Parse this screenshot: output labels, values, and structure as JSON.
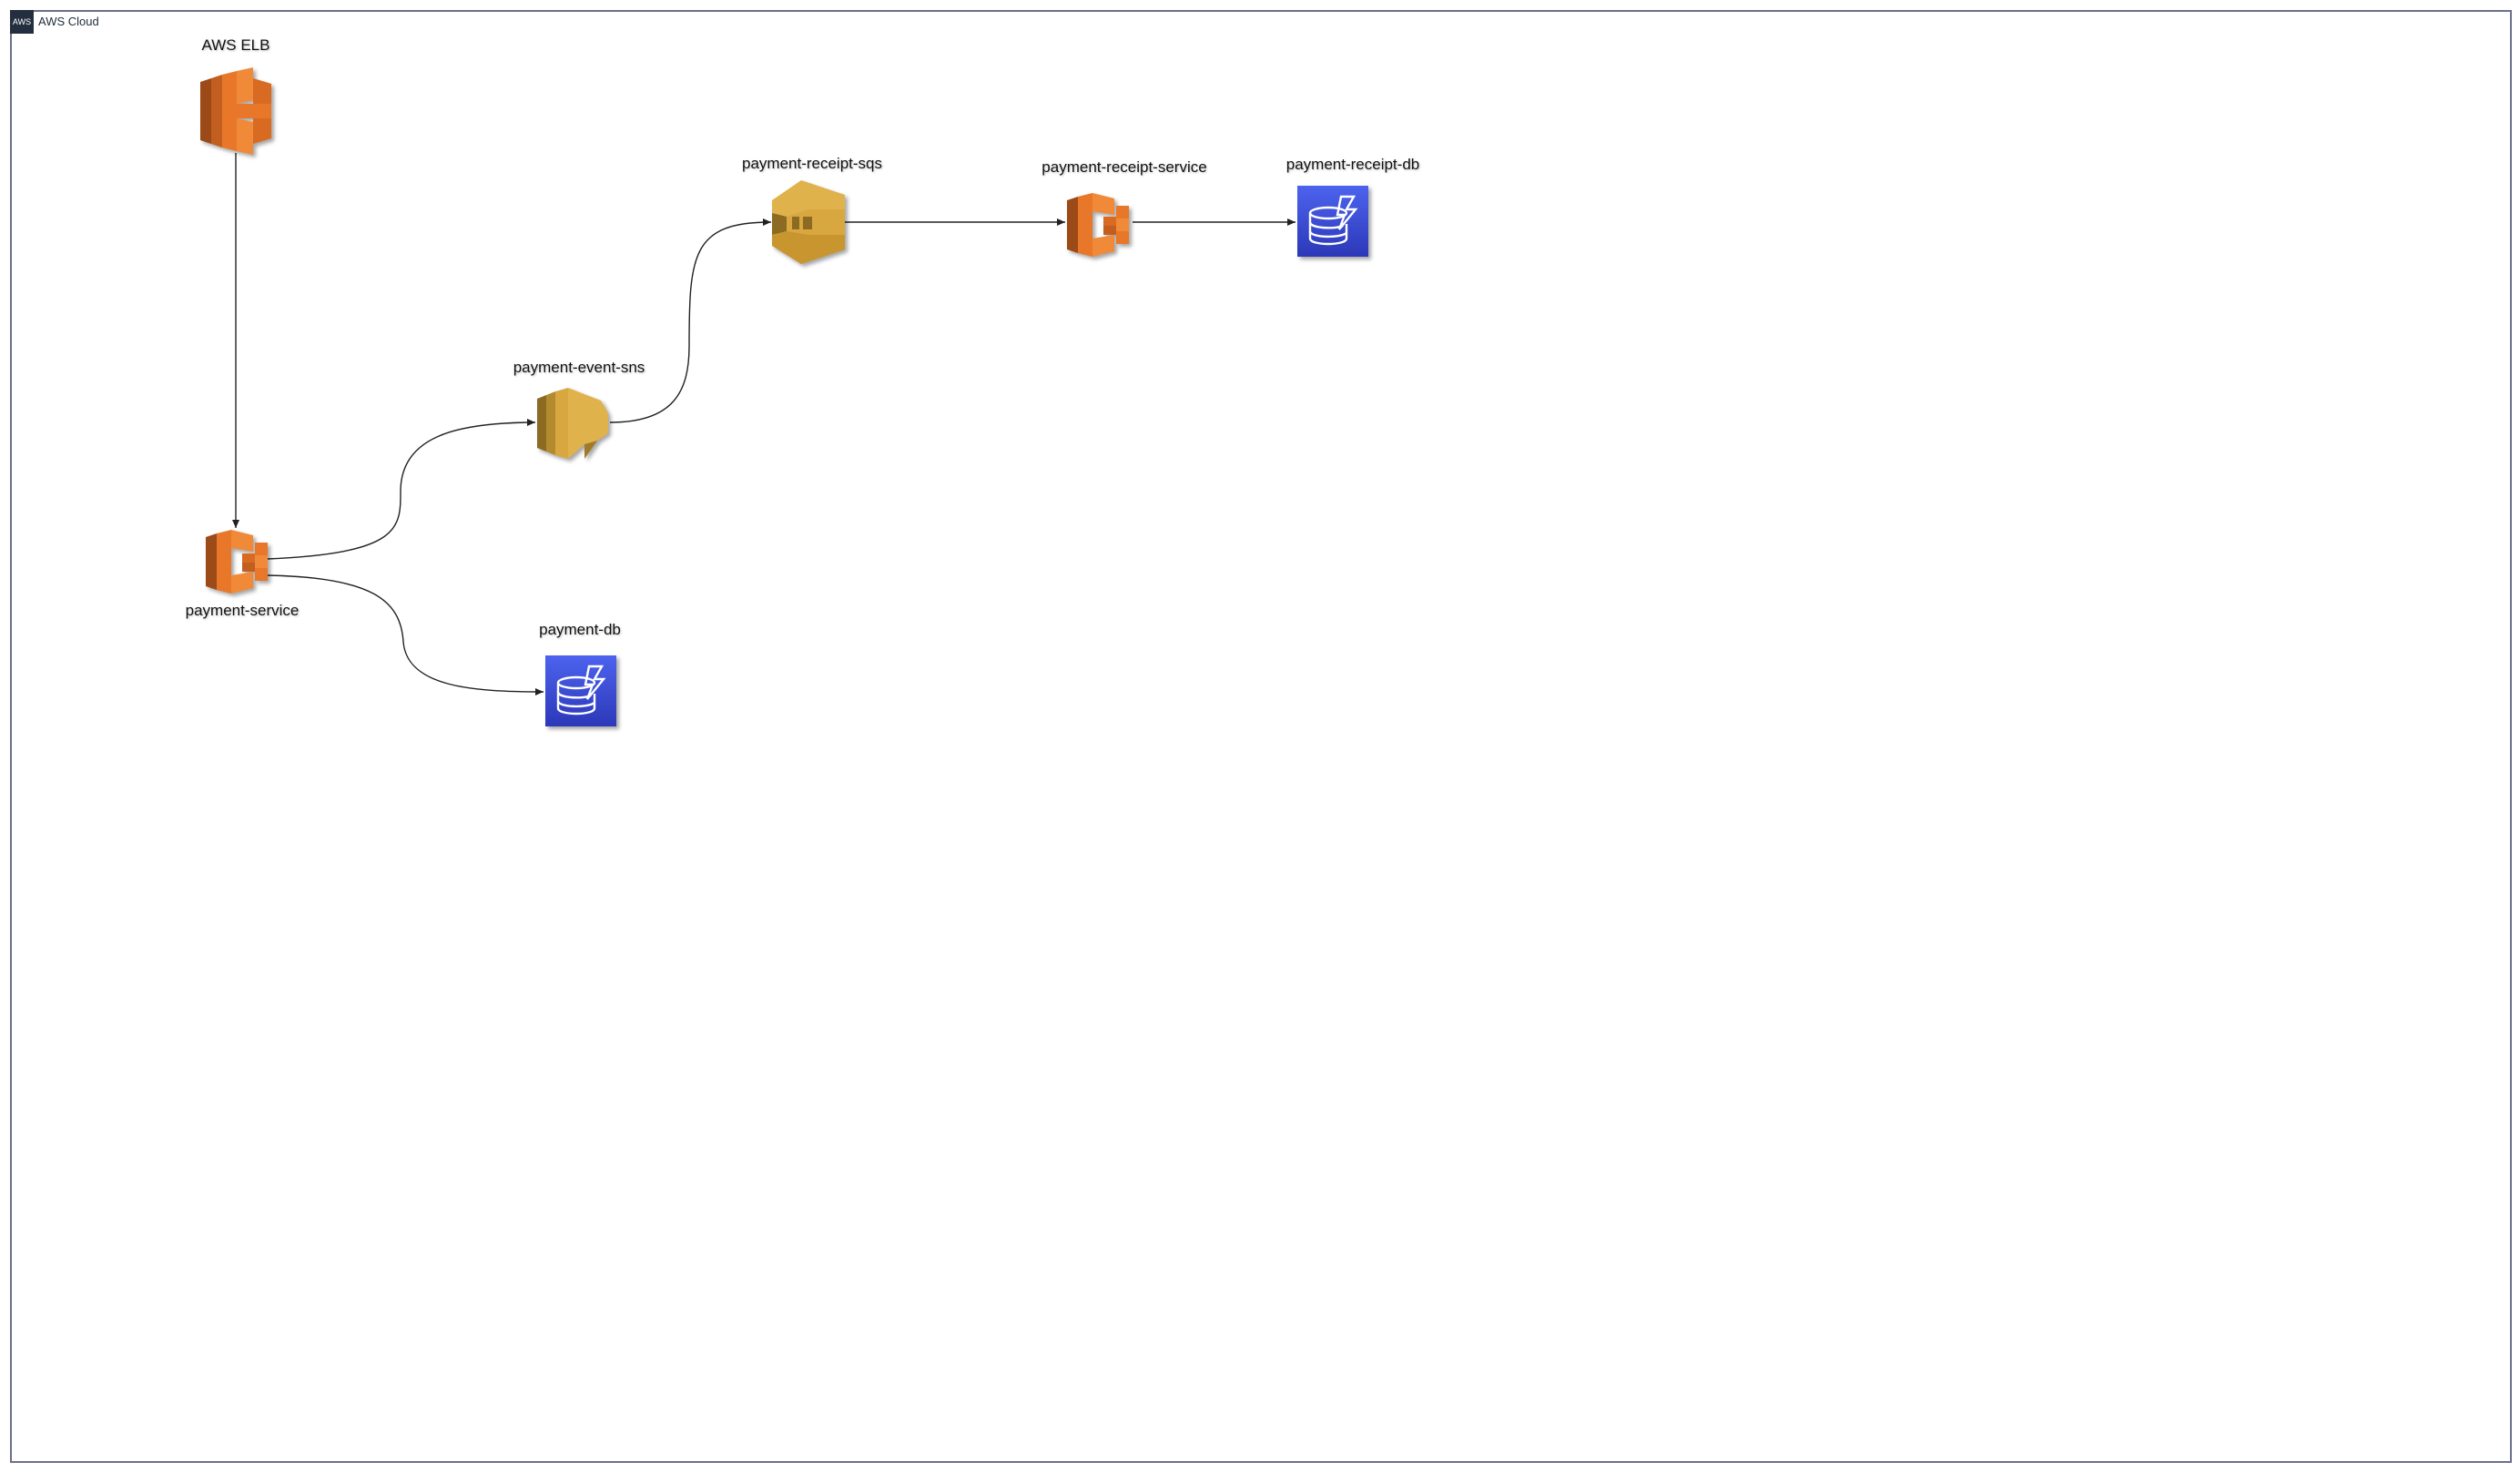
{
  "group": {
    "title": "AWS Cloud",
    "badge": "AWS"
  },
  "nodes": {
    "elb": {
      "label": "AWS ELB",
      "icon": "elastic-load-balancing-icon"
    },
    "payment_service": {
      "label": "payment-service",
      "icon": "ecs-container-service-icon"
    },
    "payment_event_sns": {
      "label": "payment-event-sns",
      "icon": "sns-topic-icon"
    },
    "payment_receipt_sqs": {
      "label": "payment-receipt-sqs",
      "icon": "sqs-queue-icon"
    },
    "payment_receipt_service": {
      "label": "payment-receipt-service",
      "icon": "ecs-container-service-icon"
    },
    "payment_receipt_db": {
      "label": "payment-receipt-db",
      "icon": "dynamodb-icon"
    },
    "payment_db": {
      "label": "payment-db",
      "icon": "dynamodb-icon"
    }
  },
  "edges": [
    {
      "from": "AWS ELB",
      "to": "payment-service"
    },
    {
      "from": "payment-service",
      "to": "payment-event-sns"
    },
    {
      "from": "payment-service",
      "to": "payment-db"
    },
    {
      "from": "payment-event-sns",
      "to": "payment-receipt-sqs"
    },
    {
      "from": "payment-receipt-sqs",
      "to": "payment-receipt-service"
    },
    {
      "from": "payment-receipt-service",
      "to": "payment-receipt-db"
    }
  ],
  "colors": {
    "compute_orange": "#e8772a",
    "compute_dark": "#9c4a17",
    "messaging_gold": "#d9a740",
    "messaging_dark": "#8c6a22",
    "dynamodb_blue": "#3b4fd8",
    "frame": "#6b6f8a",
    "edge": "#222222"
  }
}
